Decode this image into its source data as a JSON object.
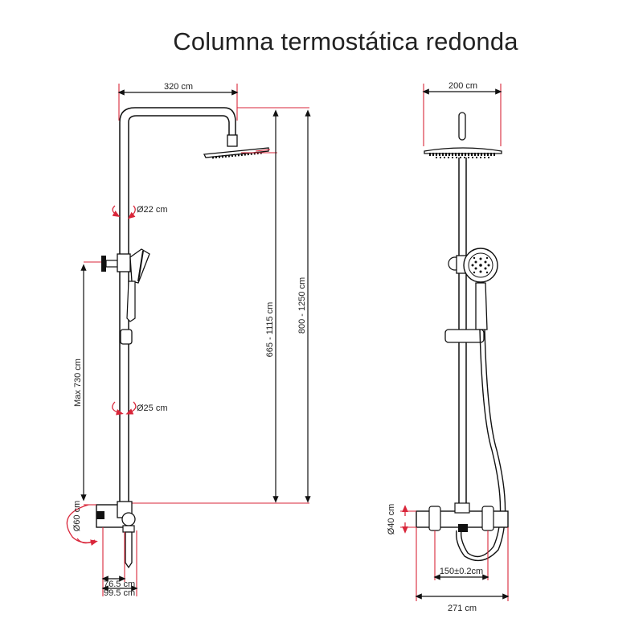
{
  "title": "Columna termostática redonda",
  "labels": {
    "head_width_side": "320 cm",
    "head_width_front": "200 cm",
    "pipe_upper_diameter": "Ø22 cm",
    "pipe_lower_diameter": "Ø25 cm",
    "height_range_inner": "665 - 1115 cm",
    "height_range_outer": "800 - 1250 cm",
    "max_height": "Max 730 cm",
    "mixer_diameter_side": "Ø60 cm",
    "mixer_diameter_front": "Ø40 cm",
    "inlet_distance": "150±0.2cm",
    "mixer_width": "271 cm",
    "depth_small": "76.5 cm",
    "depth_large": "99.5 cm"
  },
  "colors": {
    "line": "#111111",
    "accent": "#d9263a",
    "text": "#222222"
  }
}
